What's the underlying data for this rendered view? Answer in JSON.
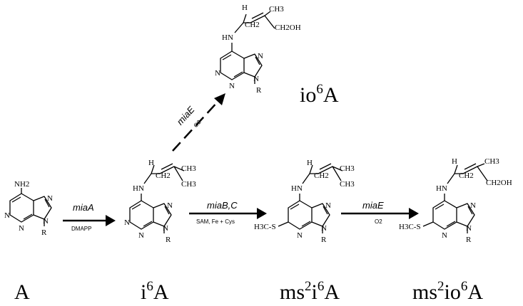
{
  "compounds": [
    {
      "id": "A",
      "name_main": "A",
      "sup": "",
      "name_tail": ""
    },
    {
      "id": "i6A",
      "name_main": "i",
      "sup": "6",
      "name_tail": "A"
    },
    {
      "id": "io6A",
      "name_main": "io",
      "sup": "6",
      "name_tail": "A"
    },
    {
      "id": "ms2i6A",
      "name_main": "ms",
      "sup": "2",
      "name_mid": "i",
      "sup2": "6",
      "name_tail": "A"
    },
    {
      "id": "ms2io6A",
      "name_main": "ms",
      "sup": "2",
      "name_mid": "io",
      "sup2": "6",
      "name_tail": "A"
    }
  ],
  "atoms": {
    "nh2": "NH2",
    "hn": "HN",
    "n": "N",
    "r": "R",
    "h": "H",
    "ch2": "CH2",
    "ch3": "CH3",
    "ch2oh": "CH2OH",
    "h3cs": "H3C-S"
  },
  "reactions": [
    {
      "id": "miaA",
      "enzyme": "miaA",
      "cofactor": "DMAPP"
    },
    {
      "id": "miaBC",
      "enzyme": "miaB,C",
      "cofactor": "SAM, Fe + Cys"
    },
    {
      "id": "miaE-bottom",
      "enzyme": "miaE",
      "cofactor": "O2"
    },
    {
      "id": "miaE-diagonal",
      "enzyme": "miaE",
      "cofactor": "O2",
      "dashed": true
    }
  ]
}
